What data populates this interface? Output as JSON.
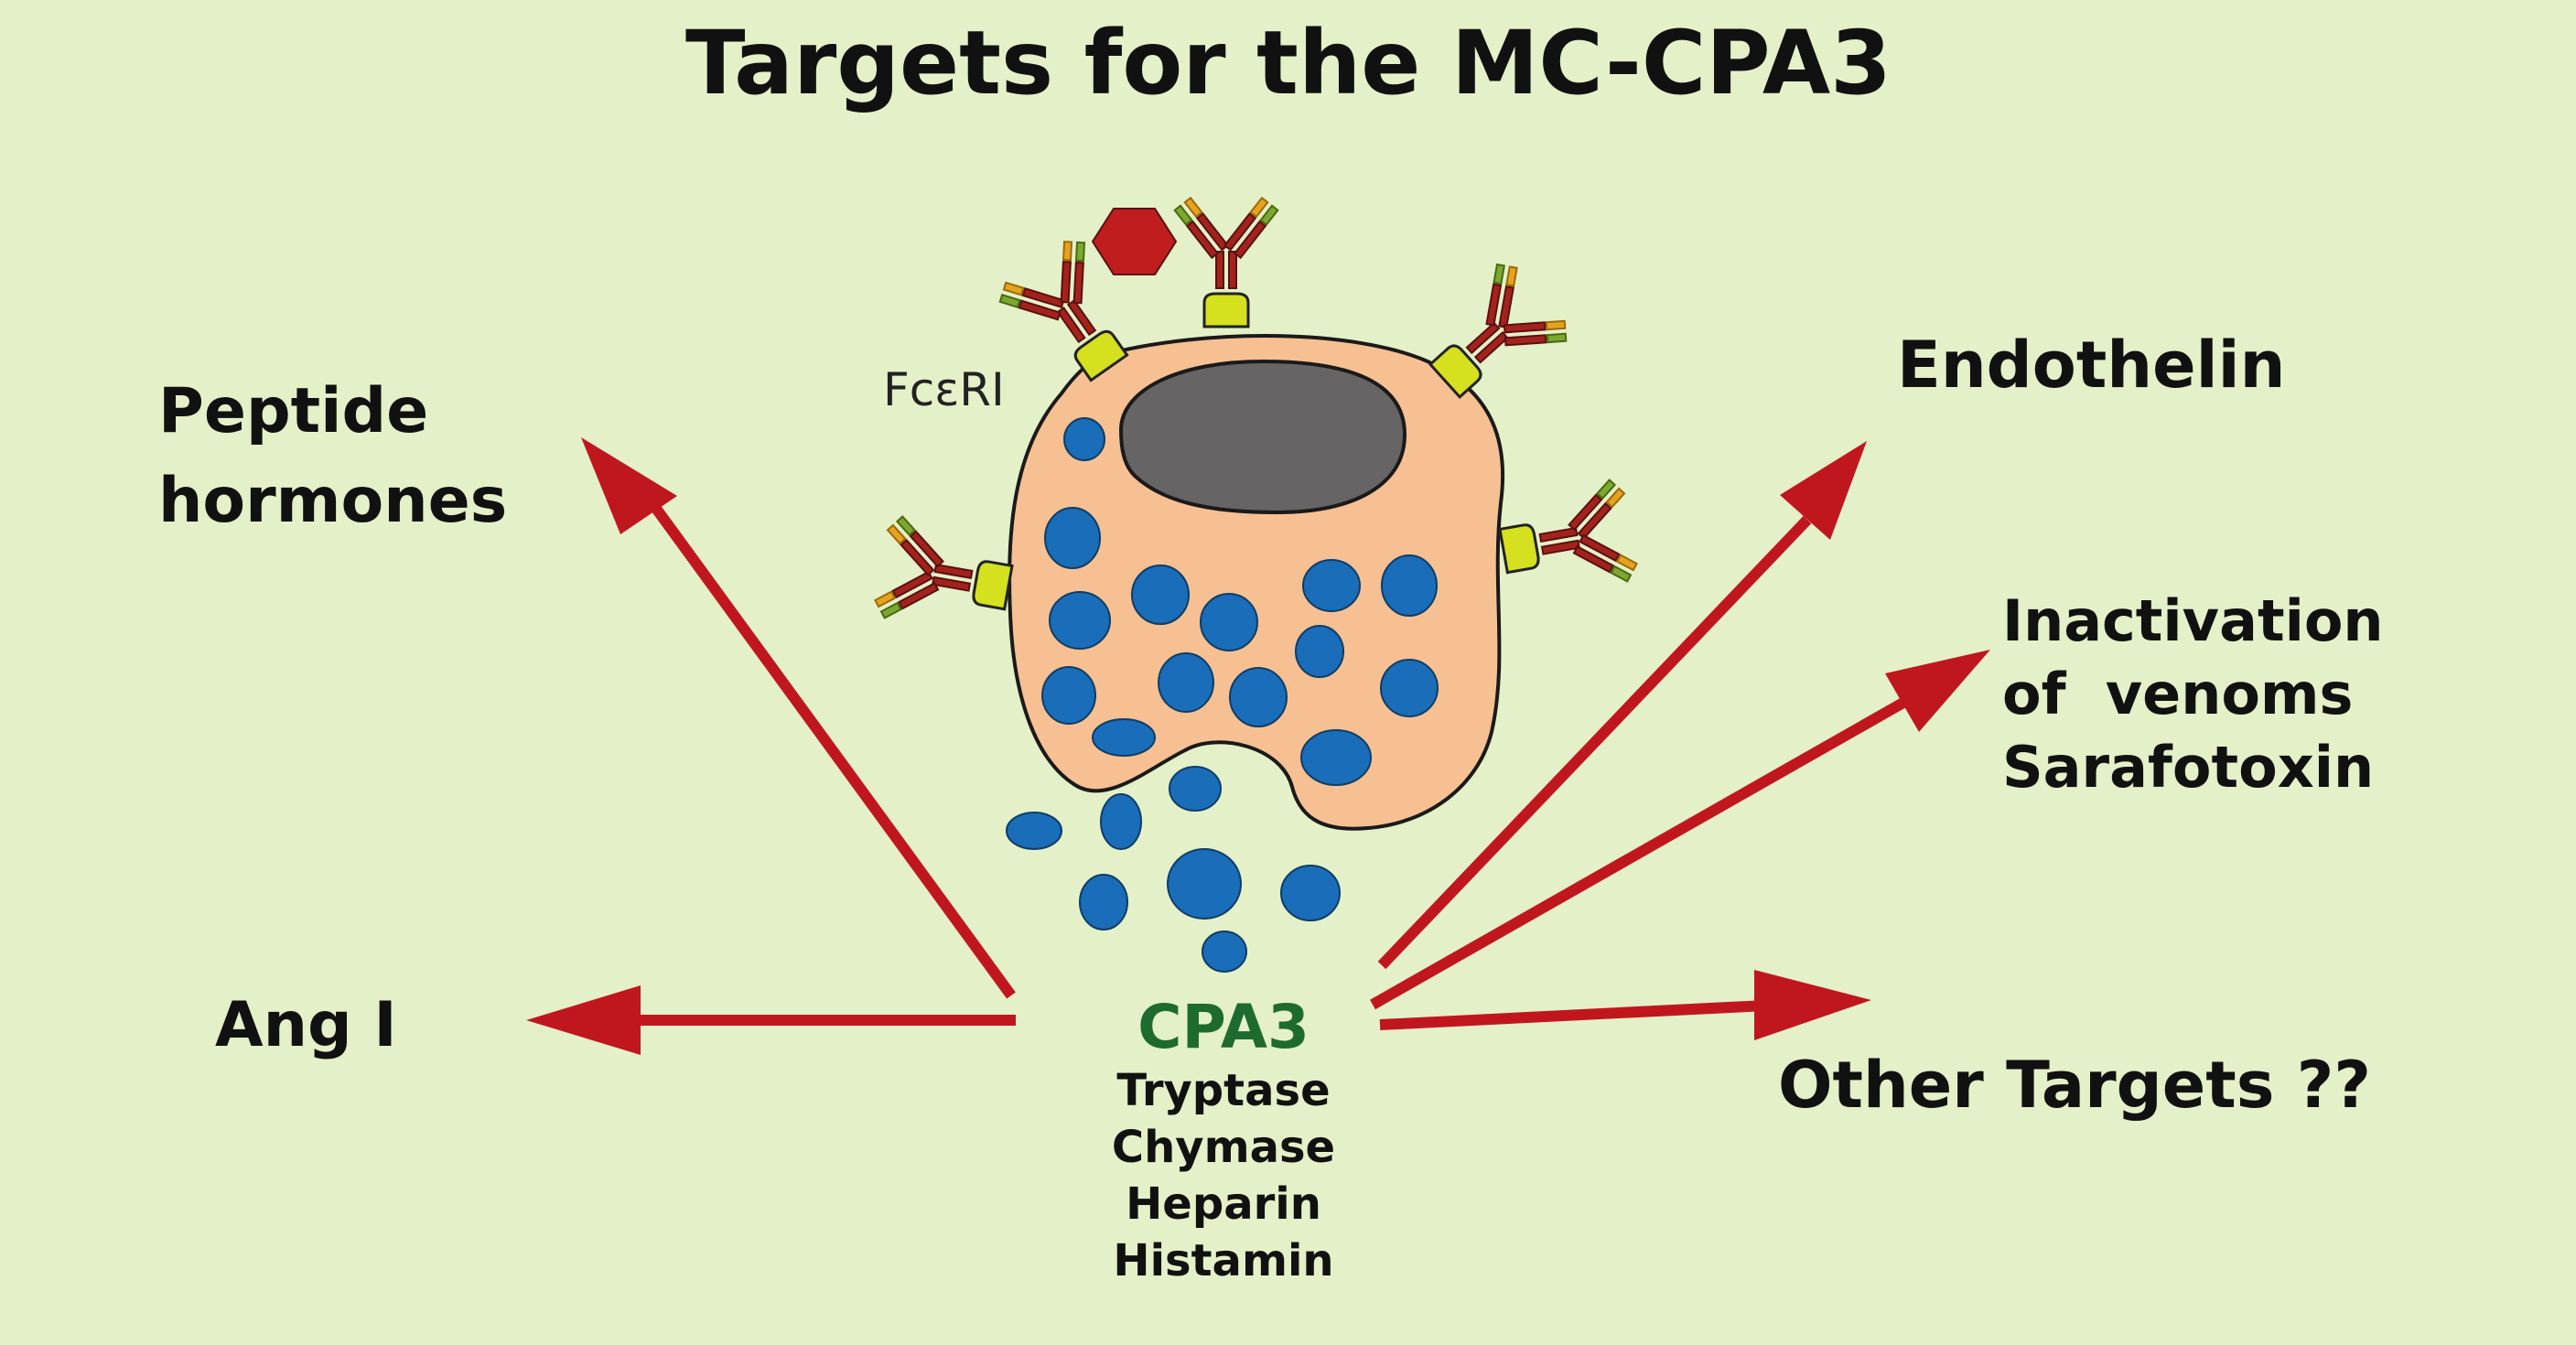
{
  "title": "Targets for the MC-CPA3",
  "receptor_label": "FcεRI",
  "center": {
    "main": "CPA3",
    "items": [
      "Tryptase",
      "Chymase",
      "Heparin",
      "Histamin"
    ]
  },
  "targets": {
    "peptide_line1": "Peptide",
    "peptide_line2": "hormones",
    "ang": "Ang I",
    "endothelin": "Endothelin",
    "venom_line1": "Inactivation",
    "venom_line2": "of  venoms",
    "venom_line3": "Sarafotoxin",
    "other": "Other Targets ??"
  },
  "colors": {
    "background": "#e4f0c8",
    "arrow": "#c0171f",
    "cell": "#f6c093",
    "nucleus": "#666464",
    "granule": "#1a6db8",
    "receptor": "#d5e01e",
    "antibody": "#a3231c",
    "antigen": "#c01e1e",
    "cpa3_text": "#1e6b2e"
  }
}
